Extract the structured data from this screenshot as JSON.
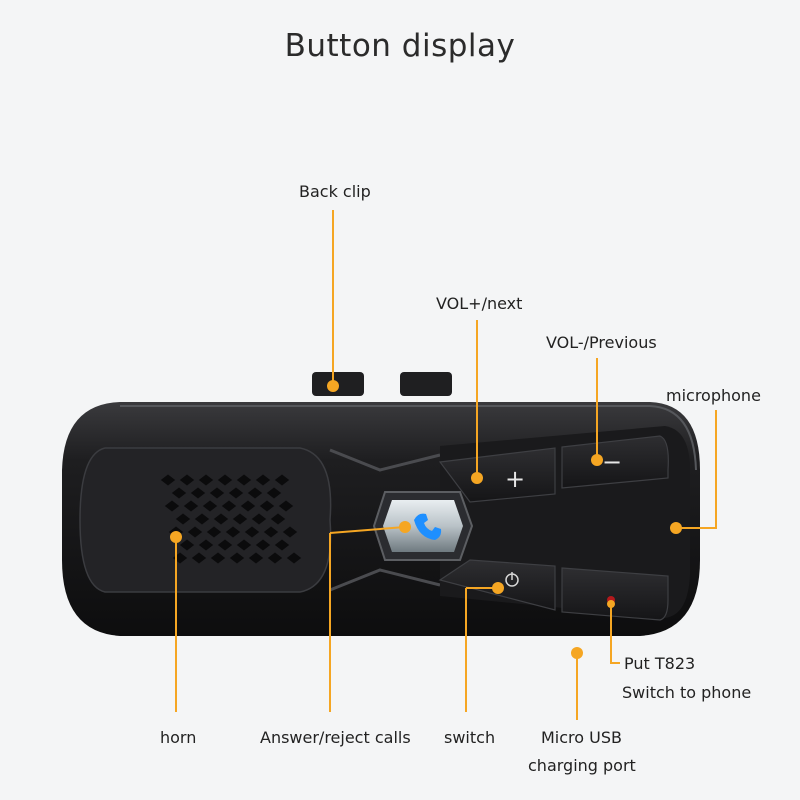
{
  "title": "Button display",
  "labels": {
    "back_clip": "Back clip",
    "vol_plus": "VOL+/next",
    "vol_minus": "VOL-/Previous",
    "microphone": "microphone",
    "put_t823": "Put T823",
    "switch_to_phone": "Switch to phone",
    "horn": "horn",
    "answer_reject": "Answer/reject calls",
    "switch": "switch",
    "micro_usb": "Micro USB",
    "charging_port": "charging port"
  },
  "button_glyphs": {
    "plus": "+",
    "minus": "−"
  },
  "colors": {
    "callout": "#f5a623",
    "body": "#1c1c1e",
    "accent_blue": "#1e8fff",
    "led_red": "#b3191c"
  }
}
